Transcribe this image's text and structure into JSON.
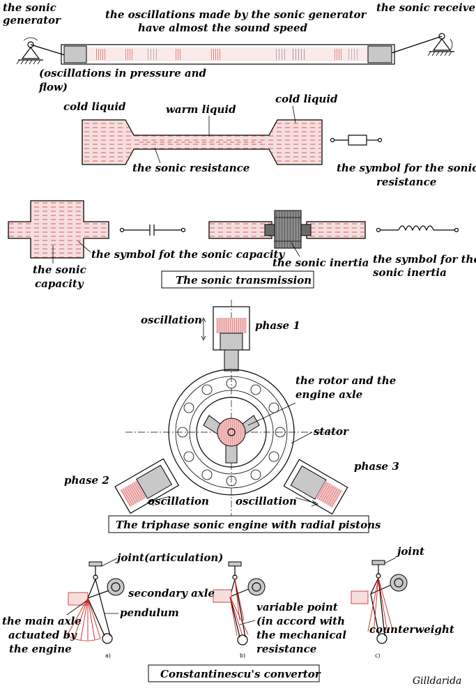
{
  "labels": {
    "sonic_generator": [
      "the sonic",
      "generator"
    ],
    "oscillations_note": [
      "the oscillations made by the sonic generator",
      "have almost the sound speed"
    ],
    "sonic_receiver": "the sonic receiver",
    "pressure_flow": [
      "(oscillations in pressure and",
      "flow)"
    ],
    "cold_liquid_left": "cold liquid",
    "warm_liquid": "warm liquid",
    "cold_liquid_right": "cold liquid",
    "sonic_resistance": "the sonic resistance",
    "resistance_symbol": [
      "the symbol for the sonic",
      "resistance"
    ],
    "capacity_symbol": "the symbol fot the sonic capacity",
    "sonic_capacity": [
      "the sonic",
      "capacity"
    ],
    "sonic_inertia": "the sonic inertia",
    "inertia_symbol": [
      "the symbol for the",
      "sonic inertia"
    ],
    "sonic_transmission_title": "The sonic transmission",
    "oscillation_top": "oscillation",
    "phase1": "phase 1",
    "rotor_axle": [
      "the rotor and the",
      "engine axle"
    ],
    "stator": "stator",
    "phase2": "phase 2",
    "phase3": "phase 3",
    "oscillation_left": "oscillation",
    "oscillation_right": "oscillation",
    "engine_title": "The triphase sonic engine with radial pistons",
    "joint_articulation": "joint(articulation)",
    "secondary_axle": "secondary axle",
    "pendulum": "pendulum",
    "main_axle": [
      "the main axle",
      "actuated by",
      "the engine"
    ],
    "variable_point": [
      "variable point",
      "(in accord with",
      "the mechanical",
      "resistance"
    ],
    "joint": "joint",
    "counterweight": "counterweight",
    "fig_a": "a)",
    "fig_b": "b)",
    "fig_c": "c)",
    "convertor_title": "Constantinescu's convertor",
    "signature": "Gilldarida"
  },
  "colors": {
    "liquid_fill": "#f6dede",
    "liquid_dash": "#d06060",
    "mechanism_red": "#d02020"
  }
}
